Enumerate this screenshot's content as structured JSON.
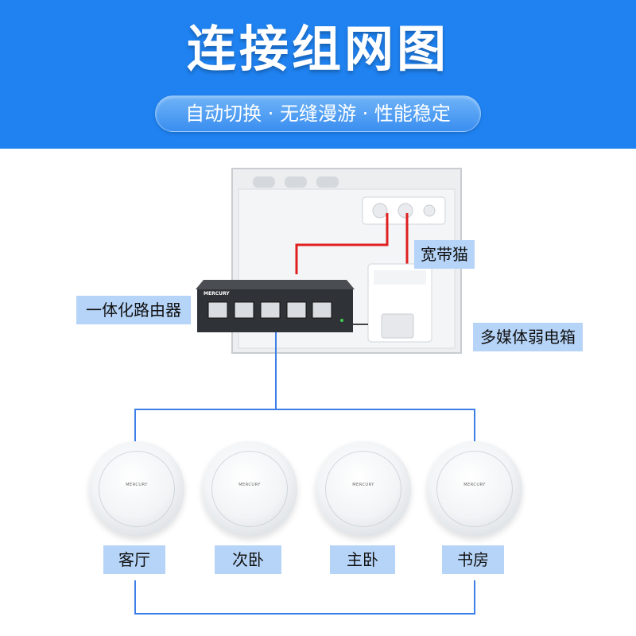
{
  "header": {
    "title": "连接组网图",
    "subtitle": "自动切换 · 无缝漫游 · 性能稳定"
  },
  "labels": {
    "modem": "宽带猫",
    "router": "一体化路由器",
    "box": "多媒体弱电箱"
  },
  "rooms": [
    "客厅",
    "次卧",
    "主卧",
    "书房"
  ],
  "brand": "MERCURY",
  "colors": {
    "header_bg": "#1f82f0",
    "label_bg": "#b6d4f8",
    "cable_blue": "#3d7fe6",
    "cable_red": "#e02020"
  }
}
